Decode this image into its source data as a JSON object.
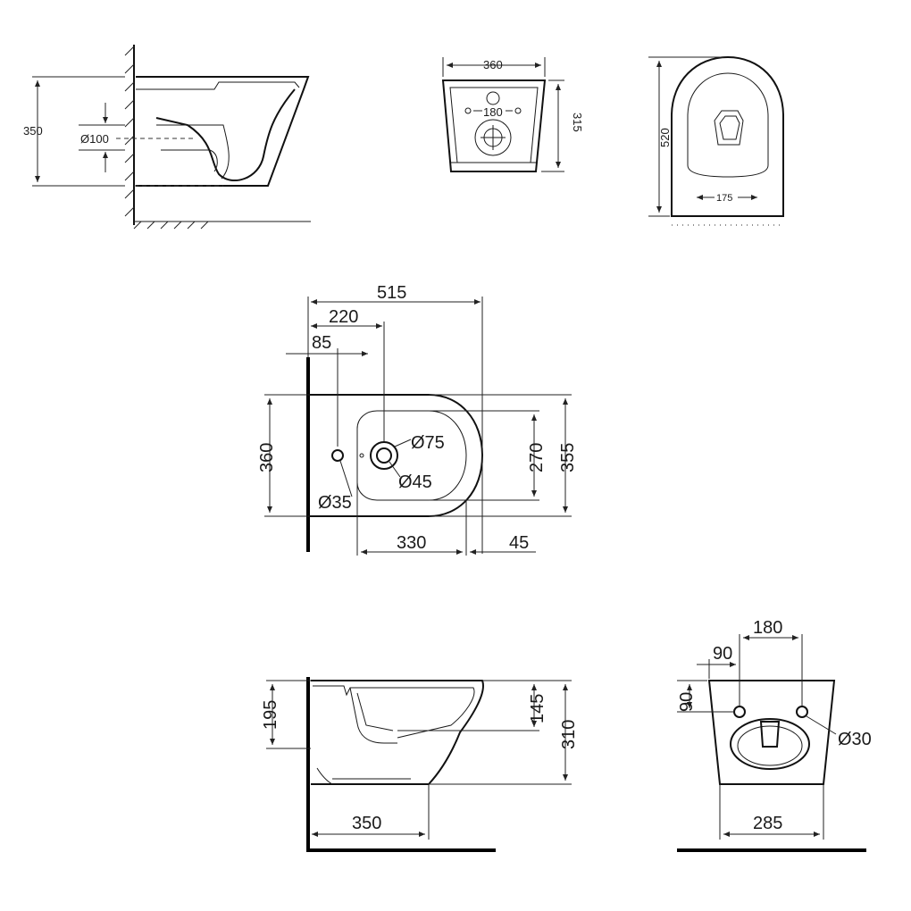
{
  "views": {
    "side_top": {
      "height": "350",
      "pipe_diameter": "Ø100"
    },
    "rear_top": {
      "width": "360",
      "holes_spacing": "180",
      "height": "315"
    },
    "plan_top": {
      "length": "520",
      "bolt_spacing": "175"
    },
    "bidet_plan": {
      "overall_length": "515",
      "faucet_offset": "220",
      "small_hole_offset": "85",
      "outer_width": "360",
      "large_hole_diameter": "Ø75",
      "inner_hole_diameter": "Ø45",
      "small_hole_diameter": "Ø35",
      "bowl_width": "270",
      "front_width": "355",
      "bowl_length": "330",
      "front_offset": "45"
    },
    "bidet_side": {
      "mount_height": "195",
      "rim_depth": "145",
      "total_height": "310",
      "base_length": "350"
    },
    "bidet_rear": {
      "bolt_spacing": "180",
      "bolt_offset_x": "90",
      "bolt_offset_y": "90",
      "bolt_diameter": "Ø30",
      "bottom_width": "285"
    }
  }
}
